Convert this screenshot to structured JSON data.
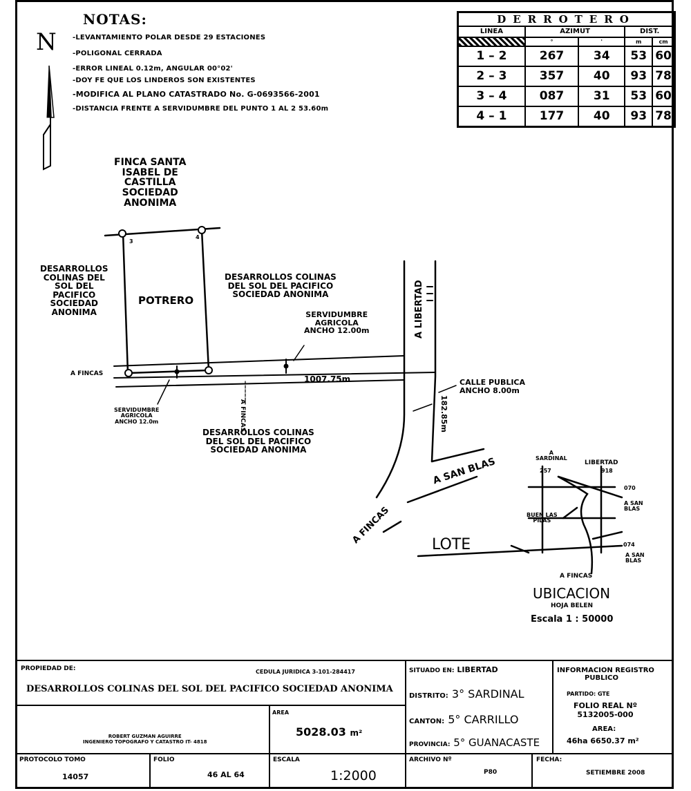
{
  "notes": {
    "title": "NOTAS:",
    "items": [
      "-LEVANTAMIENTO POLAR DESDE 29 ESTACIONES",
      "-POLIGONAL CERRADA",
      "-ERROR LINEAL 0.12m, ANGULAR 00°02'",
      "-DOY FE QUE LOS LINDEROS SON EXISTENTES",
      "-MODIFICA AL PLANO CATASTRADO No. G-0693566-2001",
      "-DISTANCIA FRENTE A SERVIDUMBRE DEL PUNTO 1 AL 2   53.60m"
    ]
  },
  "north_letter": "N",
  "derrotero": {
    "title": "DERROTERO",
    "headers": {
      "linea": "LINEA",
      "azimut": "AZIMUT",
      "dist": "DIST."
    },
    "subheaders": [
      "°",
      "'",
      "m",
      "cm"
    ],
    "rows": [
      {
        "linea": "1 – 2",
        "deg": "267",
        "min": "34",
        "m": "53",
        "cm": "60"
      },
      {
        "linea": "2 – 3",
        "deg": "357",
        "min": "40",
        "m": "93",
        "cm": "78"
      },
      {
        "linea": "3 – 4",
        "deg": "087",
        "min": "31",
        "m": "53",
        "cm": "60"
      },
      {
        "linea": "4 – 1",
        "deg": "177",
        "min": "40",
        "m": "93",
        "cm": "78"
      }
    ]
  },
  "plan": {
    "finca_santa": [
      "FINCA SANTA",
      "ISABEL DE",
      "CASTILLA",
      "SOCIEDAD",
      "ANONIMA"
    ],
    "west_owner": [
      "DESARROLLOS",
      "COLINAS DEL",
      "SOL DEL",
      "PACIFICO",
      "SOCIEDAD",
      "ANONIMA"
    ],
    "east_owner": [
      "DESARROLLOS COLINAS",
      "DEL SOL DEL PACIFICO",
      "SOCIEDAD ANONIMA"
    ],
    "south_owner": [
      "DESARROLLOS COLINAS",
      "DEL SOL DEL PACIFICO",
      "SOCIEDAD ANONIMA"
    ],
    "potrero": "POTRERO",
    "servidumbre_agricola": [
      "SERVIDUMBRE",
      "AGRICOLA",
      "ANCHO 12.00m"
    ],
    "servidumbre_small": [
      "SERVIDUMBRE",
      "AGRICOLA",
      "ANCHO 12.0m"
    ],
    "a_fincas_left": "A FINCAS",
    "distance_1007": "1007.75m",
    "a_libertad": "A LIBERTAD",
    "calle_publica": [
      "CALLE PUBLICA",
      "ANCHO 8.00m"
    ],
    "dist_182": "182.85m",
    "a_san_blas": "A SAN BLAS",
    "a_fincas_bottom": "A FINCAS",
    "small_vertical": "A FINCAS",
    "point_3": "3",
    "point_4": "4"
  },
  "location": {
    "lote": "LOTE",
    "a_sardinal": [
      "A",
      "SARDINAL"
    ],
    "n257": "257",
    "libertad": "LIBERTAD",
    "n918": "918",
    "n070": "070",
    "a_san_blas_1": [
      "A SAN",
      "BLAS"
    ],
    "pilas": [
      "BUEN LAS",
      "PILAS"
    ],
    "n074": "074",
    "a_san_blas_2": [
      "A SAN",
      "BLAS"
    ],
    "a_fincas": "A FINCAS",
    "title": "UBICACION",
    "sheet": "HOJA BELEN",
    "scale": "Escala  1 : 50000"
  },
  "title_block": {
    "propiedad_label": "PROPIEDAD DE:",
    "cedula": "CEDULA JURIDICA 3-101-284417",
    "owner": "DESARROLLOS COLINAS DEL SOL DEL PACIFICO SOCIEDAD ANONIMA",
    "surveyor": [
      "ROBERT GUZMAN AGUIRRE",
      "INGENIERO TOPOGRAFO Y CATASTRO IT- 4818"
    ],
    "area_label": "AREA",
    "area_value": "5028.03",
    "area_unit": "m²",
    "situado_label": "SITUADO EN:",
    "situado_value": "LIBERTAD",
    "distrito_label": "DISTRITO:",
    "distrito_value": "3° SARDINAL",
    "canton_label": "CANTON:",
    "canton_value": "5° CARRILLO",
    "provincia_label": "PROVINCIA:",
    "provincia_value": "5° GUANACASTE",
    "registro_label": [
      "INFORMACION REGISTRO",
      "PUBLICO"
    ],
    "partido": "PARTIDO: GTE",
    "folio_real": [
      "FOLIO REAL Nº",
      "5132005-000"
    ],
    "area_reg_label": "AREA:",
    "area_reg_value": "46ha 6650.37 m²",
    "protocolo_label": "PROTOCOLO TOMO",
    "protocolo_value": "14057",
    "folio_label": "FOLIO",
    "folio_value": "46 AL 64",
    "escala_label": "ESCALA",
    "escala_value": "1:2000",
    "archivo_label": "ARCHIVO Nº",
    "archivo_value": "P80",
    "fecha_label": "FECHA:",
    "fecha_value": "SETIEMBRE 2008"
  }
}
